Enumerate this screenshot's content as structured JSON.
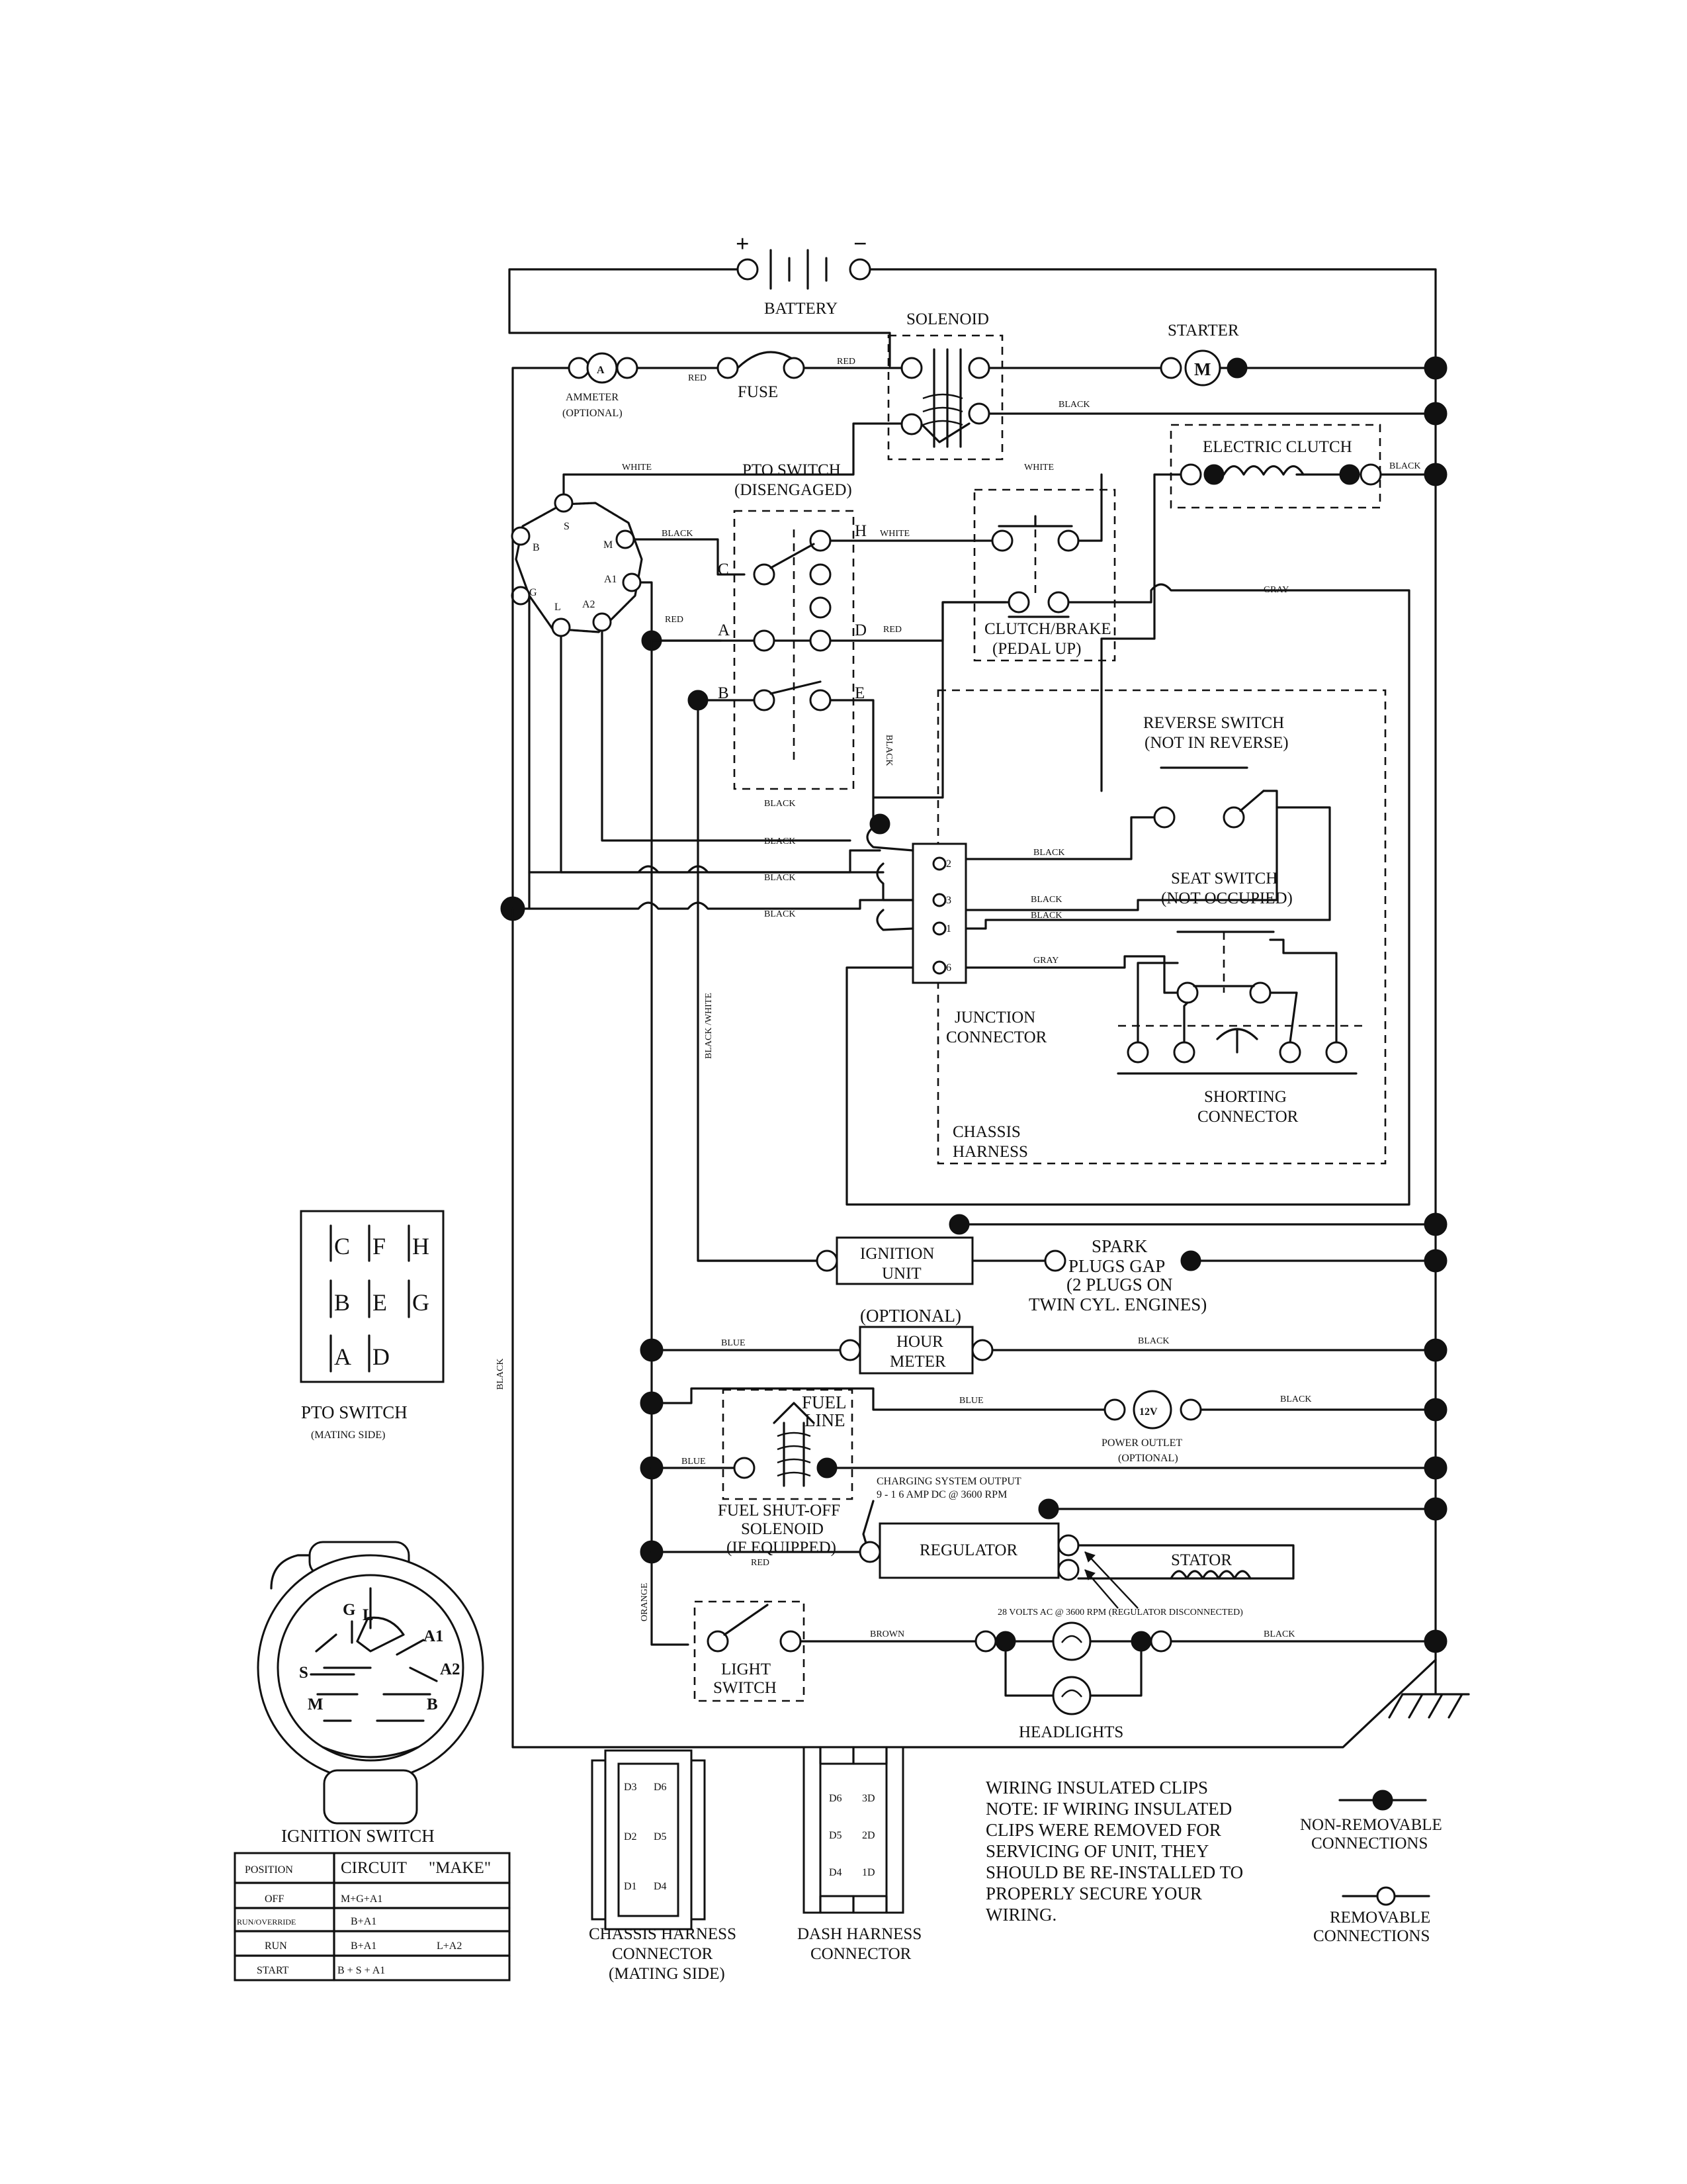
{
  "battery": {
    "label": "BATTERY",
    "plus": "+",
    "minus": "−"
  },
  "solenoid": {
    "label": "SOLENOID"
  },
  "starter": {
    "label": "STARTER",
    "symbol": "M"
  },
  "ammeter": {
    "symbol": "A",
    "label": "AMMETER",
    "note": "(OPTIONAL)"
  },
  "fuse": {
    "label": "FUSE"
  },
  "electric_clutch": {
    "label": "ELECTRIC CLUTCH"
  },
  "pto_switch": {
    "title": "PTO SWITCH",
    "state": "(DISENGAGED)",
    "terminals": [
      "H",
      "C",
      "D",
      "A",
      "E",
      "B"
    ]
  },
  "clutch_brake": {
    "line1": "CLUTCH/BRAKE",
    "line2": "(PEDAL UP)"
  },
  "key_switch_terminals": [
    "B",
    "S",
    "M",
    "A1",
    "G",
    "L",
    "A2"
  ],
  "reverse_switch": {
    "line1": "REVERSE SWITCH",
    "line2": "(NOT IN REVERSE)"
  },
  "seat_switch": {
    "line1": "SEAT SWITCH",
    "line2": "(NOT OCCUPIED)"
  },
  "junction": {
    "line1": "JUNCTION",
    "line2": "CONNECTOR",
    "pins": [
      "2",
      "3",
      "1",
      "6"
    ]
  },
  "shorting": {
    "line1": "SHORTING",
    "line2": "CONNECTOR"
  },
  "chassis_harness": {
    "line1": "CHASSIS",
    "line2": "HARNESS"
  },
  "ignition_unit": {
    "line1": "IGNITION",
    "line2": "UNIT"
  },
  "spark": {
    "line1": "SPARK",
    "line2": "PLUGS GAP",
    "line3": "(2 PLUGS ON",
    "line4": "TWIN CYL. ENGINES)"
  },
  "hour_meter": {
    "optional": "(OPTIONAL)",
    "line1": "HOUR",
    "line2": "METER"
  },
  "fuel_line": {
    "line1": "FUEL",
    "line2": "LINE"
  },
  "fuel_solenoid": {
    "line1": "FUEL SHUT-OFF",
    "line2": "SOLENOID",
    "line3": "(IF EQUIPPED)"
  },
  "power_outlet": {
    "symbol": "12V",
    "line1": "POWER OUTLET",
    "line2": "(OPTIONAL)"
  },
  "charging": {
    "line1": "CHARGING SYSTEM OUTPUT",
    "line2": "9 - 1 6 AMP DC @ 3600 RPM"
  },
  "regulator": {
    "label": "REGULATOR"
  },
  "stator": {
    "label": "STATOR",
    "note": "28 VOLTS AC @ 3600 RPM (REGULATOR DISCONNECTED)"
  },
  "light_switch": {
    "line1": "LIGHT",
    "line2": "SWITCH"
  },
  "headlights": {
    "label": "HEADLIGHTS"
  },
  "wire_colors": {
    "red": "RED",
    "black": "BLACK",
    "white": "WHITE",
    "gray": "GRAY",
    "blue": "BLUE",
    "brown": "BROWN",
    "orange": "ORANGE",
    "black_white": "BLACK /WHITE"
  },
  "pto_mating": {
    "grid": [
      [
        "C",
        "F",
        "H"
      ],
      [
        "B",
        "E",
        "G"
      ],
      [
        "A",
        "D",
        ""
      ]
    ],
    "title": "PTO SWITCH",
    "subtitle": "(MATING SIDE)"
  },
  "ignition_switch": {
    "title": "IGNITION SWITCH",
    "face_labels": [
      "G",
      "L",
      "A1",
      "S",
      "A2",
      "M",
      "B"
    ],
    "table_headers": [
      "POSITION",
      "CIRCUIT",
      "\"MAKE\""
    ],
    "table_rows": [
      [
        "OFF",
        "M+G+A1",
        ""
      ],
      [
        "RUN/OVERRIDE",
        "B+A1",
        ""
      ],
      [
        "RUN",
        "B+A1",
        "L+A2"
      ],
      [
        "START",
        "B + S + A1",
        ""
      ]
    ]
  },
  "chassis_connector": {
    "line1": "CHASSIS HARNESS",
    "line2": "CONNECTOR",
    "line3": "(MATING SIDE)",
    "pins": [
      "D3",
      "D6",
      "D2",
      "D5",
      "D1",
      "D4"
    ]
  },
  "dash_connector": {
    "line1": "DASH HARNESS",
    "line2": "CONNECTOR",
    "pins": [
      "D6",
      "3D",
      "D5",
      "2D",
      "D4",
      "1D"
    ]
  },
  "notes": {
    "line1": "WIRING INSULATED CLIPS",
    "line2": "NOTE:  IF WIRING INSULATED",
    "line3": "CLIPS WERE REMOVED FOR",
    "line4": "SERVICING OF UNIT, THEY",
    "line5": "SHOULD BE RE-INSTALLED TO",
    "line6": "PROPERLY SECURE YOUR",
    "line7": "WIRING."
  },
  "legend": {
    "nonremovable1": "NON-REMOVABLE",
    "nonremovable2": "CONNECTIONS",
    "removable1": "REMOVABLE",
    "removable2": "CONNECTIONS"
  }
}
